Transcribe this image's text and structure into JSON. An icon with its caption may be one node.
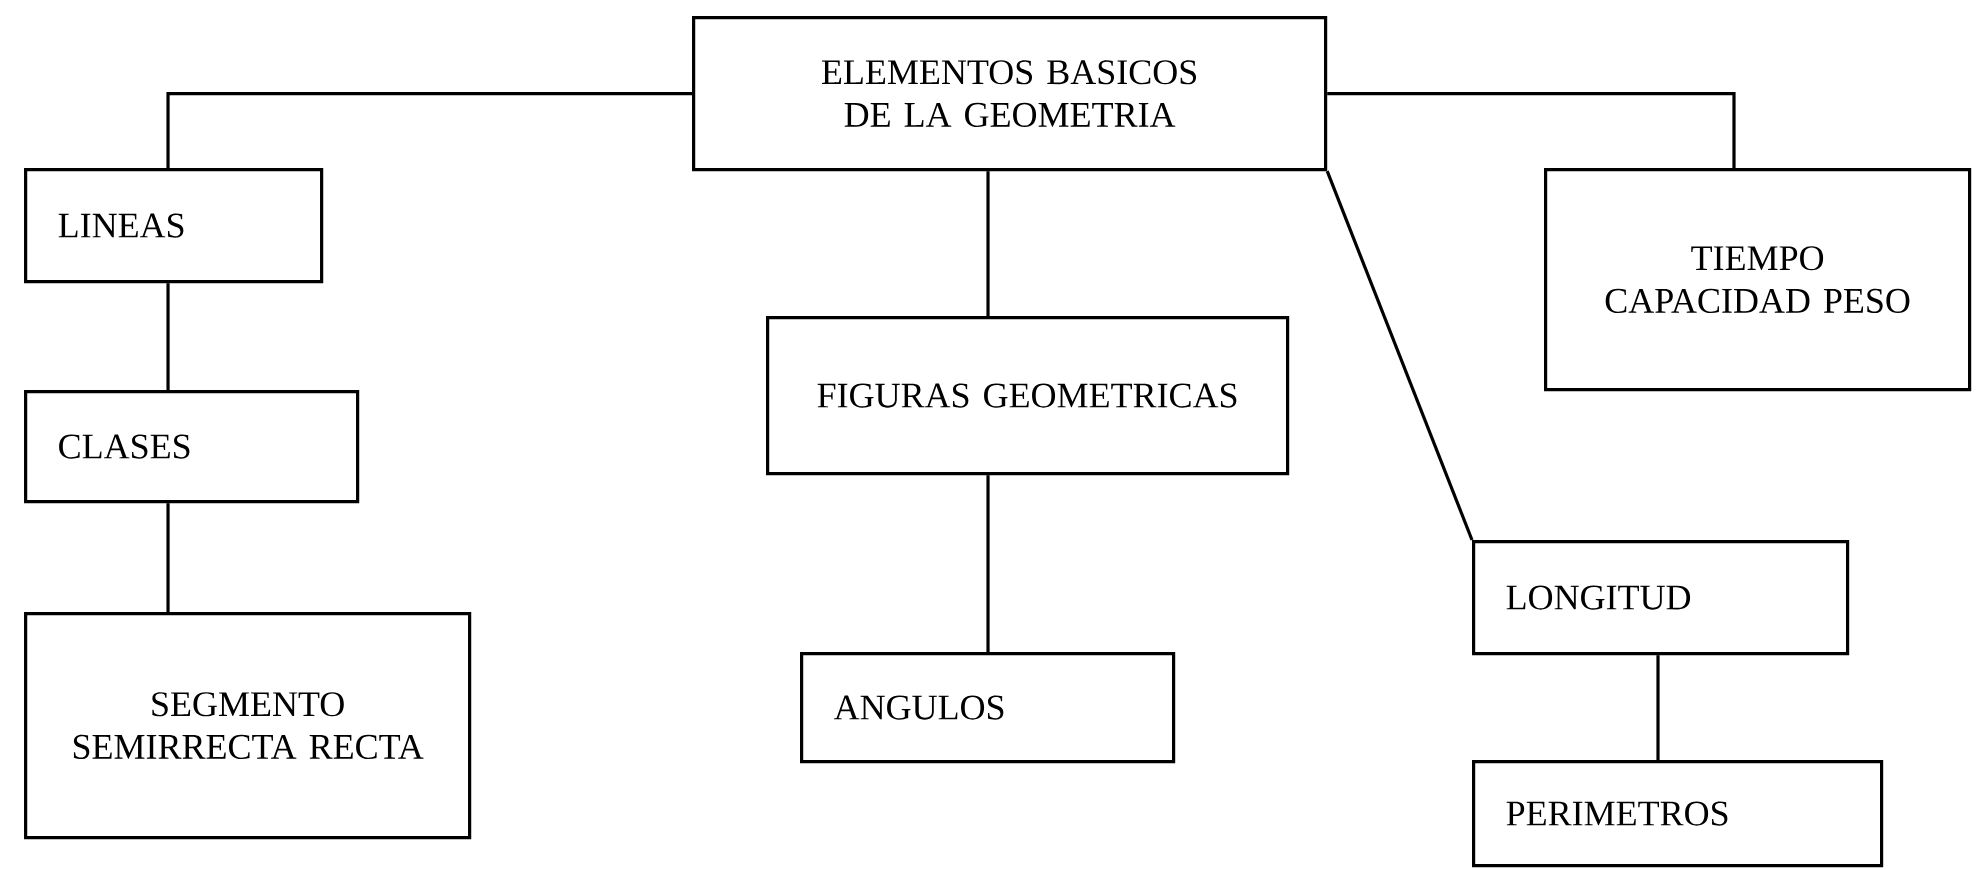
{
  "diagram": {
    "nodes": [
      {
        "text": [
          "ELEMENTOS BASICOS DE LA GEOMETRIA"
        ]
      },
      {
        "text": [
          "LINEAS"
        ]
      },
      {
        "text": [
          "CLASES"
        ]
      },
      {
        "text": [
          "SEGMENTO SEMIRRECTA RECTA"
        ]
      },
      {
        "text": [
          "FIGURAS GEOMETRICAS"
        ]
      },
      {
        "text": [
          "ANGULOS"
        ]
      },
      {
        "text": [
          "TIEMPO CAPACIDAD PESO"
        ]
      },
      {
        "text": [
          "LONGITUD"
        ]
      },
      {
        "text": [
          "PERIMETROS"
        ]
      }
    ],
    "edges": [
      {
        "from": 0,
        "to": 1,
        "arrow": "none"
      },
      {
        "from": 0,
        "to": 4,
        "arrow": "none"
      },
      {
        "from": 0,
        "to": 6,
        "arrow": "none"
      },
      {
        "from": 0,
        "to": 7,
        "arrow": "none"
      },
      {
        "from": 1,
        "to": 2,
        "arrow": "none"
      },
      {
        "from": 2,
        "to": 3,
        "arrow": "none"
      },
      {
        "from": 4,
        "to": 5,
        "arrow": "none"
      },
      {
        "from": 7,
        "to": 8,
        "arrow": "none"
      }
    ]
  }
}
